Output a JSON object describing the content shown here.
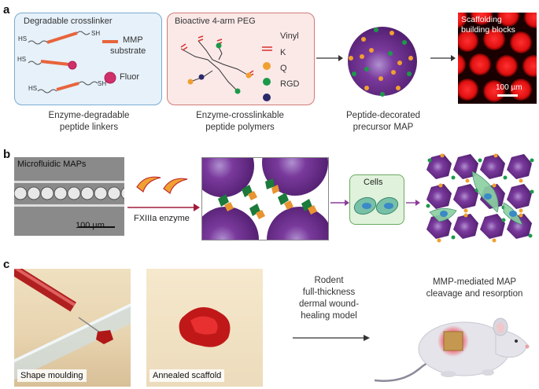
{
  "panels": {
    "a": {
      "letter": "a",
      "crosslinker": {
        "title": "Degradable crosslinker",
        "legend_mmp": "MMP",
        "legend_substrate": "substrate",
        "legend_fluor": "Fluor",
        "caption_line1": "Enzyme-degradable",
        "caption_line2": "peptide linkers"
      },
      "peg": {
        "title": "Bioactive 4-arm PEG",
        "legend": [
          "Vinyl",
          "K",
          "Q",
          "RGD"
        ],
        "caption_line1": "Enzyme-crosslinkable",
        "caption_line2": "peptide polymers"
      },
      "map": {
        "caption_line1": "Peptide-decorated",
        "caption_line2": "precursor MAP"
      },
      "micrograph": {
        "label_line1": "Scaffolding",
        "label_line2": "building blocks",
        "scale": "100 µm"
      },
      "hs_labels": [
        "HS",
        "HS",
        "HS",
        "SH",
        "SH"
      ]
    },
    "b": {
      "letter": "b",
      "microfluidic": {
        "label": "Microfluidic MAPs",
        "scale": "100 µm"
      },
      "enzyme_label": "FXIIIa enzyme",
      "cells_label": "Cells"
    },
    "c": {
      "letter": "c",
      "photo1_label": "Shape moulding",
      "photo2_label": "Annealed scaffold",
      "model_line1": "Rodent",
      "model_line2": "full-thickness",
      "model_line3": "dermal wound-",
      "model_line4": "healing model",
      "mouse_line1": "MMP-mediated MAP",
      "mouse_line2": "cleavage and resorption"
    }
  },
  "colors": {
    "crosslinker_box": "#e6f1fa",
    "crosslinker_border": "#7aaad0",
    "peg_box": "#fbe9e8",
    "peg_border": "#d07b78",
    "vinyl": "#d9312c",
    "k": "#f0a030",
    "q": "#1c9a4a",
    "rgd": "#2a2a6a",
    "map_purple": "#6a2a8a",
    "enzyme_arrow": "#a01c3c",
    "cells_box": "#e0f2dc",
    "cells_border": "#6aaa62",
    "arrow_purple": "#8a3c9a"
  }
}
